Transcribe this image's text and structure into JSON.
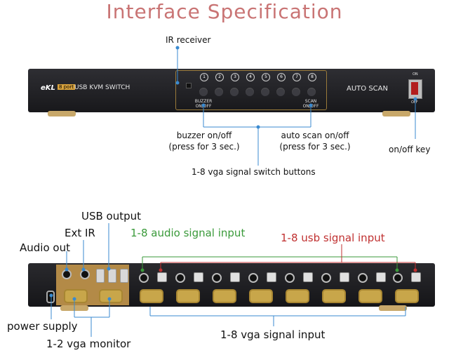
{
  "title": "Interface Specification",
  "front": {
    "brand": "eKL",
    "model_badge": "8 port",
    "model": "USB KVM SWITCH",
    "auto_scan": "AUTO SCAN",
    "buttons": [
      "1",
      "2",
      "3",
      "4",
      "5",
      "6",
      "7",
      "8"
    ],
    "buzzer_label": "BUZZER ON/OFF",
    "scan_label": "SCAN ON/OFF",
    "power_on": "ON",
    "power_off": "OFF"
  },
  "front_callouts": {
    "ir_receiver": "IR receiver",
    "buzzer_line1": "buzzer on/off",
    "buzzer_line2": "(press for 3 sec.)",
    "scan_line1": "auto scan on/off",
    "scan_line2": "(press for 3 sec.)",
    "switch_buttons": "1-8 vga signal switch buttons",
    "onoff_key": "on/off key"
  },
  "rear_callouts": {
    "usb_output": "USB output",
    "ext_ir": "Ext IR",
    "audio_out": "Audio out",
    "audio_input": "1-8 audio signal input",
    "usb_input": "1-8 usb signal input",
    "power_supply": "power supply",
    "vga_monitor": "1-2 vga monitor",
    "vga_input": "1-8 vga signal input"
  },
  "colors": {
    "title": "#c97474",
    "audio_input": "#3a9a3a",
    "usb_input": "#c03030",
    "callout_line": "#3a8ad0"
  }
}
